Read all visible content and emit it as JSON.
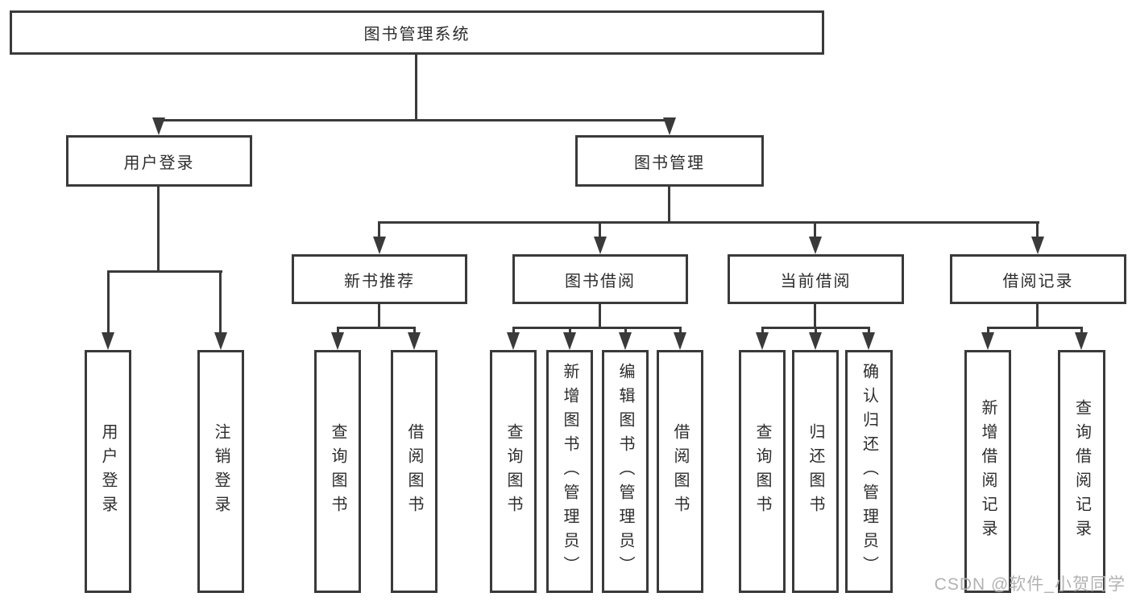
{
  "diagram": {
    "root": {
      "label": "图书管理系统"
    },
    "level2": [
      {
        "label": "用户登录",
        "children": [
          {
            "label": "用户登录"
          },
          {
            "label": "注销登录"
          }
        ]
      },
      {
        "label": "图书管理",
        "children": [
          {
            "label": "新书推荐",
            "children": [
              {
                "label": "查询图书"
              },
              {
                "label": "借阅图书"
              }
            ]
          },
          {
            "label": "图书借阅",
            "children": [
              {
                "label": "查询图书"
              },
              {
                "label": "新增图书（管理员）"
              },
              {
                "label": "编辑图书（管理员）"
              },
              {
                "label": "借阅图书"
              }
            ]
          },
          {
            "label": "当前借阅",
            "children": [
              {
                "label": "查询图书"
              },
              {
                "label": "归还图书"
              },
              {
                "label": "确认归还（管理员）"
              }
            ]
          },
          {
            "label": "借阅记录",
            "children": [
              {
                "label": "新增借阅记录"
              },
              {
                "label": "查询借阅记录"
              }
            ]
          }
        ]
      }
    ]
  },
  "watermark": {
    "text": "CSDN @软件_小贺同学"
  },
  "colors": {
    "line": "#3a3a3a",
    "text": "#2d2d2d",
    "box_background": "#ffffff",
    "page_background": "#ffffff",
    "watermark": "#b2b2b2"
  }
}
